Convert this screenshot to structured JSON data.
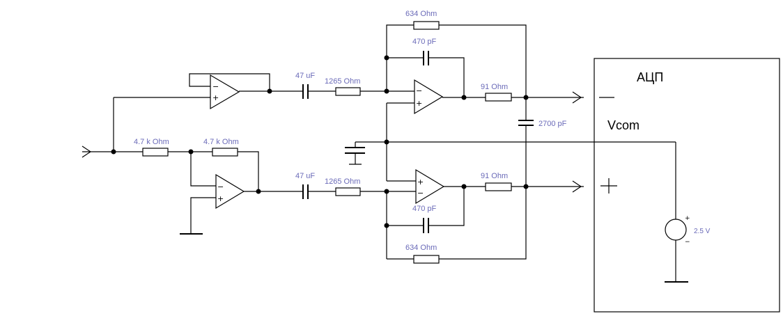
{
  "labels": {
    "r_fb_top": "634  Ohm",
    "c_fb_top": "470  pF",
    "c_in_top": "47  uF",
    "r_in_top": "1265  Ohm",
    "r_out_top": "91  Ohm",
    "c_diff": "2700  pF",
    "r_inv_in": "4.7 k Ohm",
    "r_inv_fb": "4.7 k Ohm",
    "c_in_bot": "47  uF",
    "r_in_bot": "1265  Ohm",
    "r_out_bot": "91  Ohm",
    "c_fb_bot": "470  pF",
    "r_fb_bot": "634  Ohm",
    "adc_title": "АЦП",
    "vcom": "Vcom",
    "vsrc": "2.5 V"
  },
  "signs": {
    "minus": "−",
    "plus": "+"
  }
}
